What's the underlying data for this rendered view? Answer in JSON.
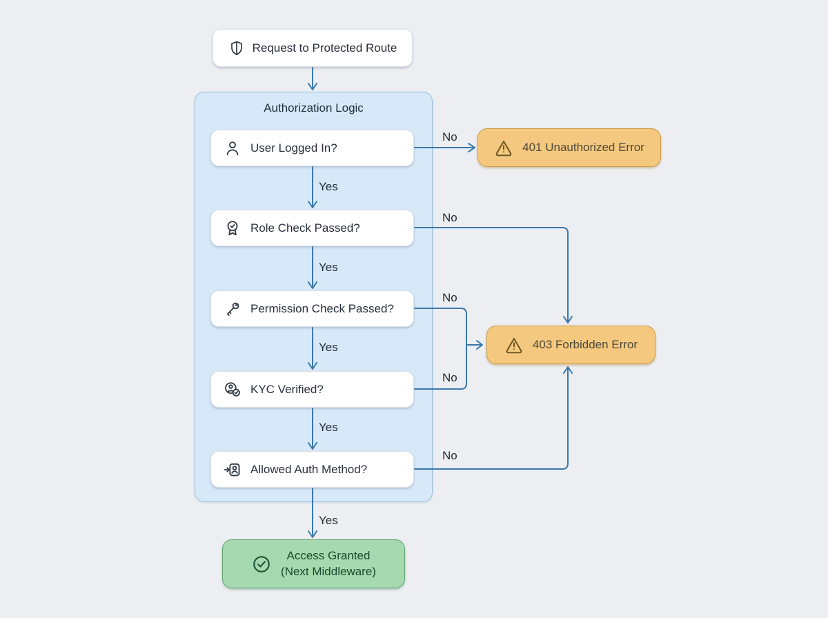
{
  "diagram": {
    "start": {
      "label": "Request to Protected Route",
      "icon": "shield-icon"
    },
    "container": {
      "title": "Authorization Logic"
    },
    "steps": [
      {
        "label": "User Logged In?",
        "icon": "user-icon"
      },
      {
        "label": "Role Check Passed?",
        "icon": "badge-check-icon"
      },
      {
        "label": "Permission Check Passed?",
        "icon": "key-icon"
      },
      {
        "label": "KYC Verified?",
        "icon": "user-check-icon"
      },
      {
        "label": "Allowed Auth Method?",
        "icon": "login-icon"
      }
    ],
    "yes_labels": [
      "Yes",
      "Yes",
      "Yes",
      "Yes",
      "Yes"
    ],
    "no_labels": [
      "No",
      "No",
      "No",
      "No",
      "No"
    ],
    "errors": [
      {
        "label": "401 Unauthorized Error",
        "icon": "warning-triangle-icon"
      },
      {
        "label": "403 Forbidden Error",
        "icon": "warning-triangle-icon"
      }
    ],
    "success": {
      "line1": "Access Granted",
      "line2": "(Next Middleware)",
      "icon": "check-circle-icon"
    },
    "colors": {
      "background": "#eceef2",
      "arrow": "#3a78ab",
      "container_fill": "#d7e9f8",
      "container_border": "#97c1e1",
      "node_fill": "#ffffff",
      "error_fill": "#f4c87e",
      "error_border": "#cb9c48",
      "success_fill": "#a6d9af",
      "success_border": "#62a471"
    }
  }
}
